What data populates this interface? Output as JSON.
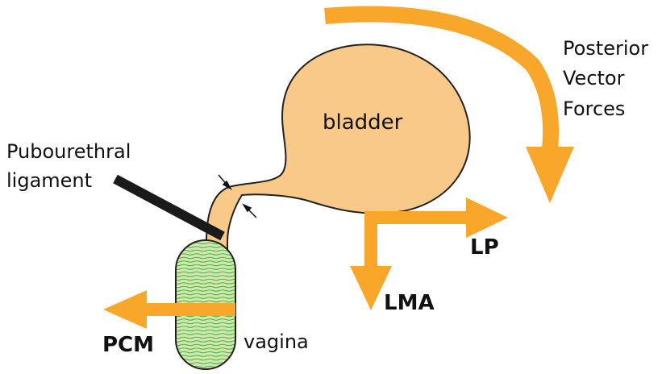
{
  "labels": {
    "posterior": [
      "Posterior",
      "Vector",
      "Forces"
    ],
    "bladder": "bladder",
    "ligament": [
      "Pubourethral",
      "ligament"
    ],
    "lp": "LP",
    "lma": "LMA",
    "pcm": "PCM",
    "vagina": "vagina"
  },
  "colors": {
    "organ_fill": "#f9c98a",
    "organ_stroke": "#222222",
    "arrow": "#f9a72b",
    "ligament": "#1a1a1a",
    "vagina_fill": "#cfe7b0",
    "vagina_lines": "#4caf3a"
  }
}
